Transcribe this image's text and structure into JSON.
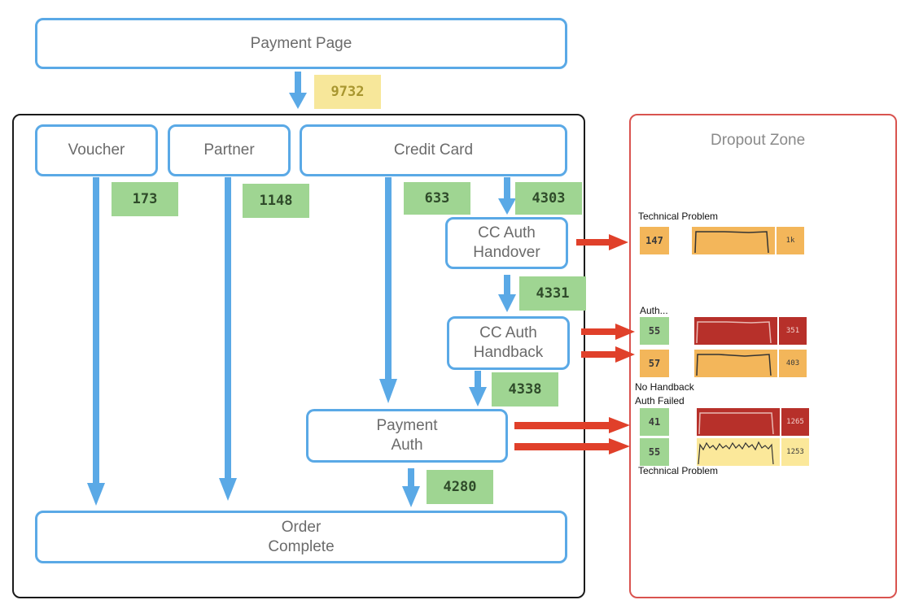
{
  "nodes": {
    "payment_page": "Payment Page",
    "voucher": "Voucher",
    "partner": "Partner",
    "credit_card": "Credit Card",
    "cc_auth_handover": "CC Auth\nHandover",
    "cc_auth_handback": "CC Auth\nHandback",
    "payment_auth": "Payment\nAuth",
    "order_complete": "Order\nComplete"
  },
  "dropout_zone": {
    "title": "Dropout Zone",
    "labels": {
      "technical_problem_top": "Technical Problem",
      "auth_failed_top": "Auth...",
      "no_handback": "No Handback",
      "auth_failed": "Auth Failed",
      "technical_problem_bottom": "Technical Problem"
    },
    "rows": [
      {
        "count": "147",
        "end_value": "1k"
      },
      {
        "count": "55",
        "end_value": "351"
      },
      {
        "count": "57",
        "end_value": "403"
      },
      {
        "count": "41",
        "end_value": "1265"
      },
      {
        "count": "55",
        "end_value": "1253"
      }
    ]
  },
  "flow_counts": {
    "after_payment_page": "9732",
    "voucher": "173",
    "partner": "1148",
    "credit_card_direct": "633",
    "credit_card_to_handover": "4303",
    "handover_to_handback": "4331",
    "handback_to_payment_auth": "4338",
    "payment_auth_to_complete": "4280"
  },
  "colors": {
    "node_border": "#5aa9e6",
    "flow_arrow": "#5aa9e6",
    "dropout_arrow": "#e0402a",
    "flow_frame": "#1a1a1a",
    "dropout_frame": "#d9534f",
    "count_badge": "#9fd592",
    "warning_tile": "#f3b65a",
    "critical_tile": "#b7302a",
    "caution_tile": "#fbe89a"
  }
}
